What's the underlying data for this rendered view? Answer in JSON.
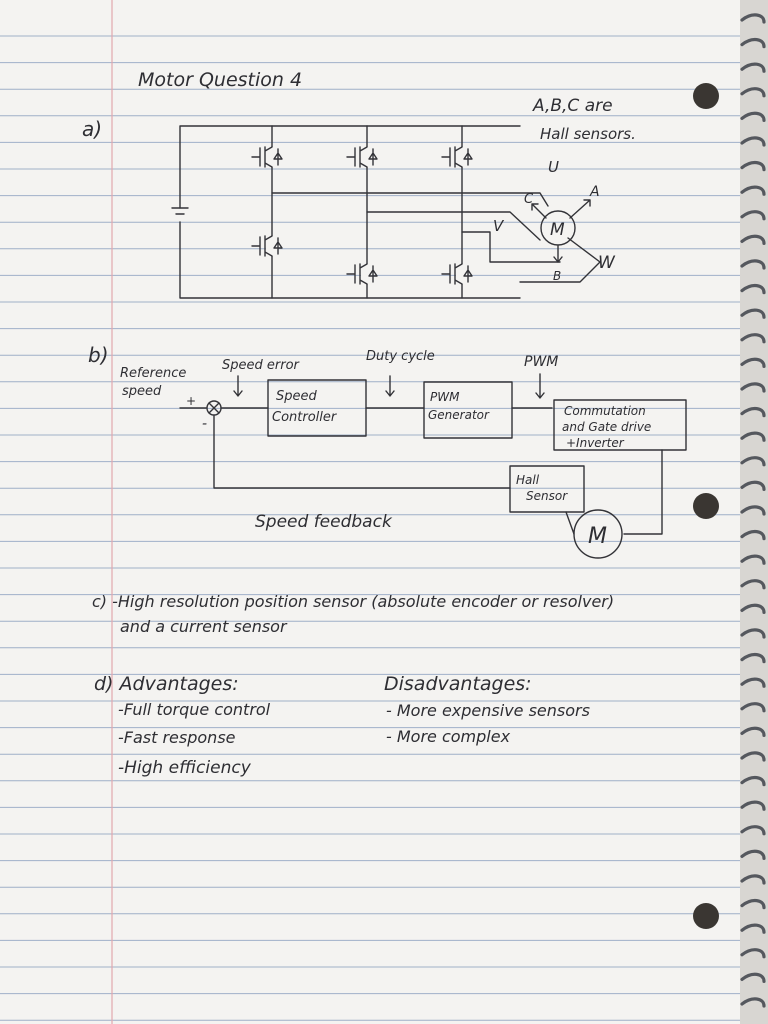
{
  "title": "Motor Question 4",
  "part_a": {
    "label": "a)",
    "hall_note_line1": "A,B,C are",
    "hall_note_line2": "Hall sensors.",
    "motor_symbol": "M",
    "phase_u": "U",
    "phase_v": "V",
    "phase_w": "W",
    "hall_a": "A",
    "hall_b": "B",
    "hall_c": "C"
  },
  "part_b": {
    "label": "b)",
    "reference_speed_line1": "Reference",
    "reference_speed_line2": "speed",
    "plus": "+",
    "minus": "-",
    "speed_error": "Speed error",
    "duty_cycle": "Duty cycle",
    "pwm": "PWM",
    "speed_controller_line1": "Speed",
    "speed_controller_line2": "Controller",
    "pwm_generator_line1": "PWM",
    "pwm_generator_line2": "Generator",
    "commutation_line1": "Commutation",
    "commutation_line2": "and Gate drive",
    "commutation_line3": "+Inverter",
    "hall_sensor_line1": "Hall",
    "hall_sensor_line2": "Sensor",
    "motor_symbol": "M",
    "speed_feedback": "Speed feedback"
  },
  "part_c": {
    "line1": "c) -High resolution position sensor (absolute encoder or resolver)",
    "line2": "and a current sensor"
  },
  "part_d": {
    "advantages_heading": "d) Advantages:",
    "advantages": [
      "-Full torque control",
      "-Fast response",
      "-High efficiency"
    ],
    "disadvantages_heading": "Disadvantages:",
    "disadvantages": [
      "- More expensive sensors",
      "- More complex"
    ]
  }
}
